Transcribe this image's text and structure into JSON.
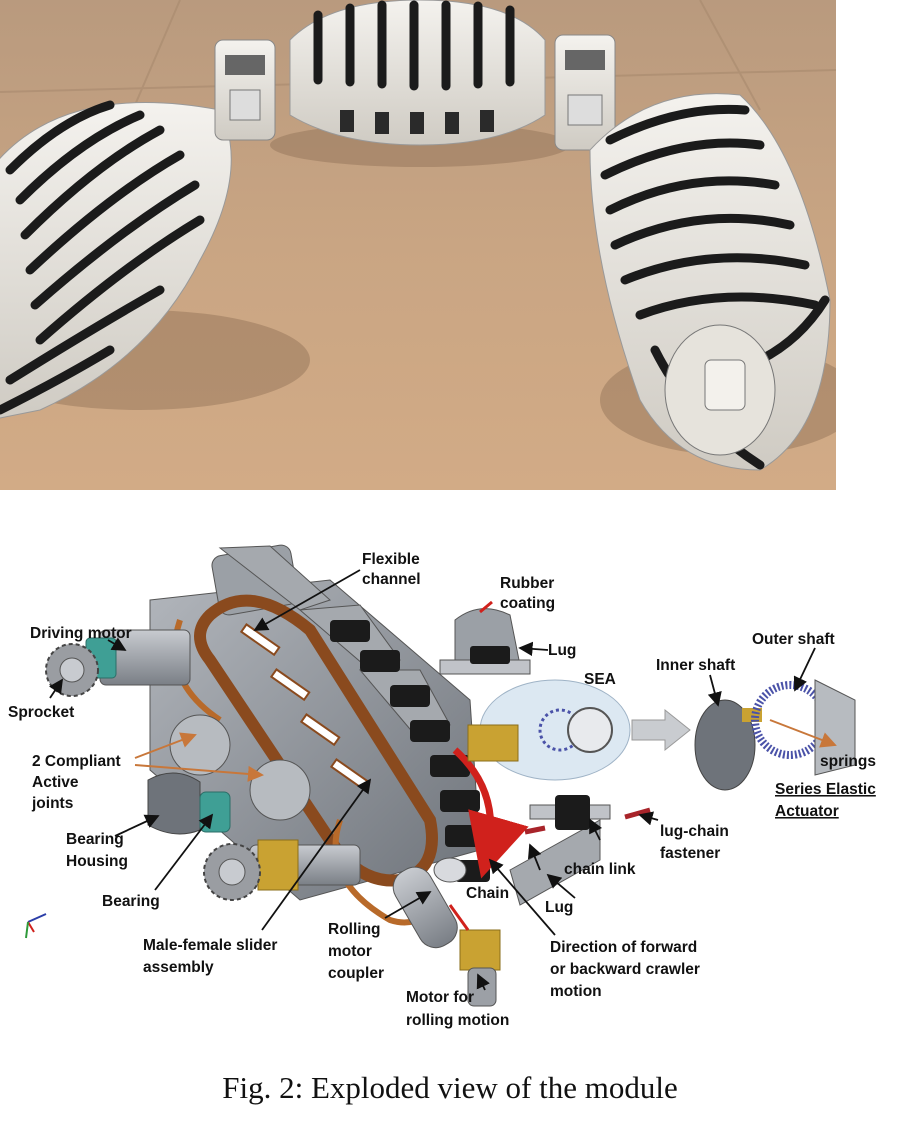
{
  "caption": "Fig. 2: Exploded view of the module",
  "labels": {
    "flexible": "Flexible",
    "channel": "channel",
    "rubber": "Rubber",
    "coating": "coating",
    "driving_motor": "Driving motor",
    "lug_top": "Lug",
    "sea": "SEA",
    "outer_shaft": "Outer shaft",
    "inner_shaft": "Inner shaft",
    "sprocket": "Sprocket",
    "compliant_1": "2 Compliant",
    "compliant_2": "Active",
    "compliant_3": "joints",
    "springs": "springs",
    "sea_full_1": "Series Elastic",
    "sea_full_2": "Actuator",
    "bearing_housing_1": "Bearing",
    "bearing_housing_2": "Housing",
    "lug_chain_1": "lug-chain",
    "lug_chain_2": "fastener",
    "chain_link": "chain link",
    "bearing": "Bearing",
    "chain": "Chain",
    "lug_bottom": "Lug",
    "slider_1": "Male-female slider",
    "slider_2": "assembly",
    "rolling_1": "Rolling",
    "rolling_2": "motor",
    "rolling_3": "coupler",
    "direction_1": "Direction of forward",
    "direction_2": "or backward crawler",
    "direction_3": "motion",
    "motor_roll_1": "Motor for",
    "motor_roll_2": "rolling motion"
  },
  "colors": {
    "floor": "#c8a481",
    "module_white": "#eeece6",
    "track_black": "#1b1b1b",
    "cad_gray": "#8e939a",
    "channel_brown": "#8a4a1e",
    "teal": "#3f9f95",
    "gold": "#c9a232",
    "arrow_red": "#d0211c",
    "leader_orange": "#c8773a",
    "sea_bubble": "#dce8f2"
  }
}
